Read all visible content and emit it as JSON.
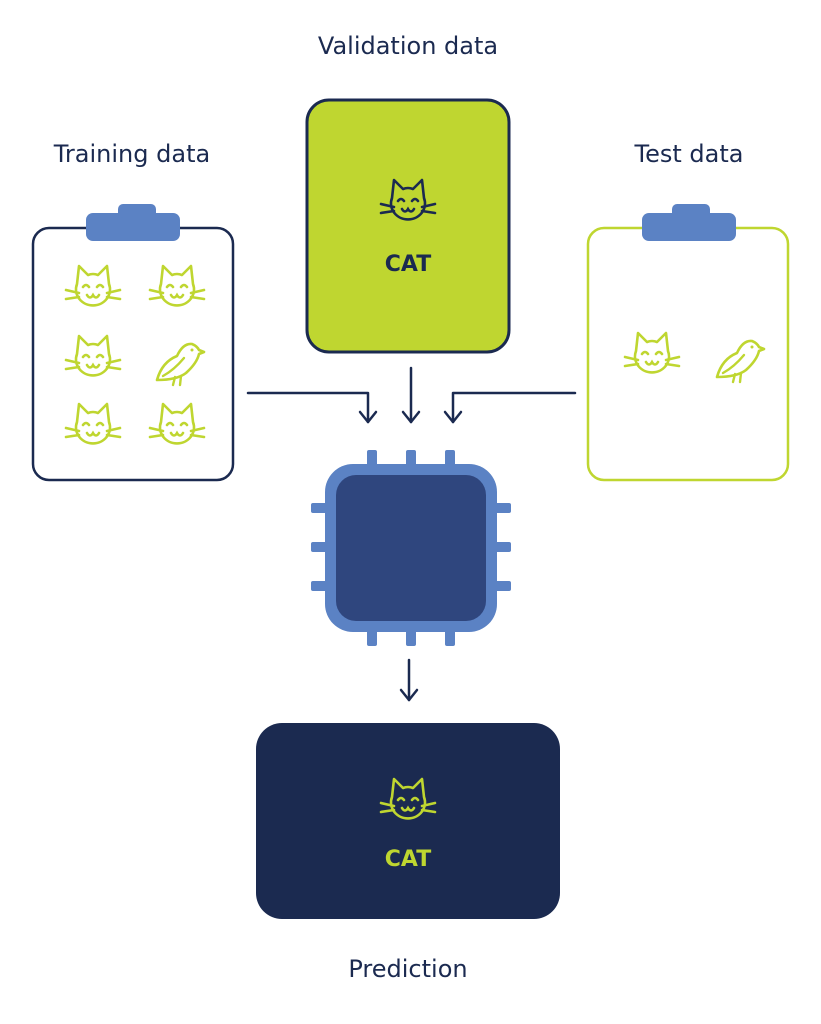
{
  "labels": {
    "validation": "Validation data",
    "training": "Training data",
    "test": "Test data",
    "prediction": "Prediction"
  },
  "validation_card": {
    "class_label": "CAT"
  },
  "prediction_card": {
    "class_label": "CAT"
  },
  "training_items": [
    "cat-icon",
    "cat-icon",
    "cat-icon",
    "bird-icon",
    "cat-icon",
    "cat-icon"
  ],
  "test_items": [
    "cat-icon",
    "bird-icon"
  ],
  "colors": {
    "navy": "#1b2a50",
    "lime": "#bfd630",
    "steel_blue": "#5b82c4",
    "chip_core": "#2f467e"
  }
}
